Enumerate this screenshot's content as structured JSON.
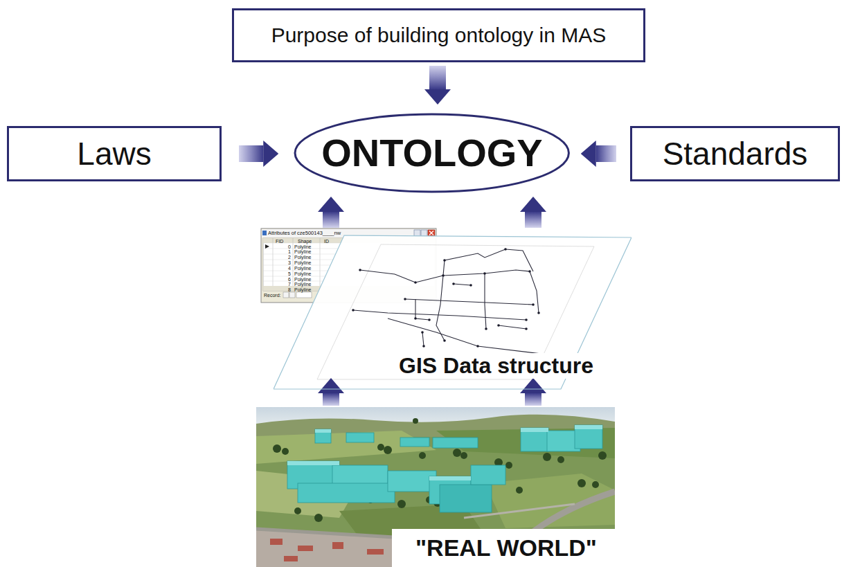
{
  "diagram": {
    "nodes": [
      {
        "text": [
          "Purpose of building ontology in MAS"
        ]
      },
      {
        "text": [
          "Laws"
        ]
      },
      {
        "text": [
          "ONTOLOGY"
        ]
      },
      {
        "text": [
          "Standards"
        ]
      },
      {
        "text": [
          "GIS Data structure"
        ]
      },
      {
        "text": [
          "\"REAL WORLD\""
        ]
      }
    ],
    "edges": [
      {
        "from": 0,
        "to": 2,
        "arrow": "to"
      },
      {
        "from": 1,
        "to": 2,
        "arrow": "to"
      },
      {
        "from": 3,
        "to": 2,
        "arrow": "to"
      },
      {
        "from": 4,
        "to": 2,
        "arrow": "to"
      },
      {
        "from": 4,
        "to": 2,
        "arrow": "to"
      },
      {
        "from": 5,
        "to": 4,
        "arrow": "to"
      },
      {
        "from": 5,
        "to": 4,
        "arrow": "to"
      }
    ],
    "labels": [
      "Attributes of cze500143____nw",
      "FID",
      "Shape",
      "ID",
      "0",
      "Polyline",
      "1",
      "Polyline",
      "2",
      "Polyline",
      "3",
      "Polyline",
      "4",
      "Polyline",
      "5",
      "Polyline",
      "6",
      "Polyline",
      "7",
      "Polyline",
      "8",
      "Polyline",
      "Record:"
    ]
  }
}
